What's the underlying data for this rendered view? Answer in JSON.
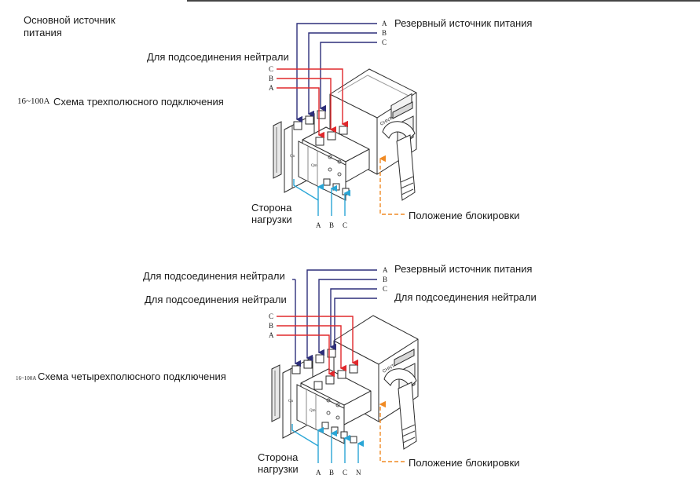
{
  "colors": {
    "primary_line": "#2d2f7a",
    "backup_line": "#e0282c",
    "load_line": "#2aa6d6",
    "lock_line": "#f08a24",
    "device_line": "#2a2a2a"
  },
  "top": {
    "main_source": [
      "Основной источник",
      "питания"
    ],
    "backup_source": "Резервный источник питания",
    "neutral_conn": "Для подсоединения нейтрали",
    "range": "16~100A",
    "title": "Схема трехполюсного подключения",
    "load_side": [
      "Сторона",
      "нагрузки"
    ],
    "lock_position": "Положение блокировки",
    "backup_phases": [
      "A",
      "B",
      "C"
    ],
    "left_phases": [
      "C",
      "B",
      "A"
    ],
    "bottom_phases": [
      "A",
      "B",
      "C"
    ]
  },
  "bottom": {
    "neutral_conn_1": "Для подсоединения нейтрали",
    "neutral_conn_2": "Для подсоединения нейтрали",
    "neutral_conn_right": "Для подсоединения нейтрали",
    "backup_source": "Резервный источник питания",
    "range": "16~100A",
    "title": "Схема четырехполюсного  подключения",
    "load_side": [
      "Сторона",
      "нагрузки"
    ],
    "lock_position": "Положение блокировки",
    "backup_phases": [
      "A",
      "B",
      "C"
    ],
    "left_phases": [
      "C",
      "B",
      "A"
    ],
    "bottom_phases": [
      "A",
      "B",
      "C",
      "N"
    ]
  },
  "device_text": {
    "brand": "CHNT",
    "switch_1": "Qn",
    "switch_2": "Qm"
  }
}
